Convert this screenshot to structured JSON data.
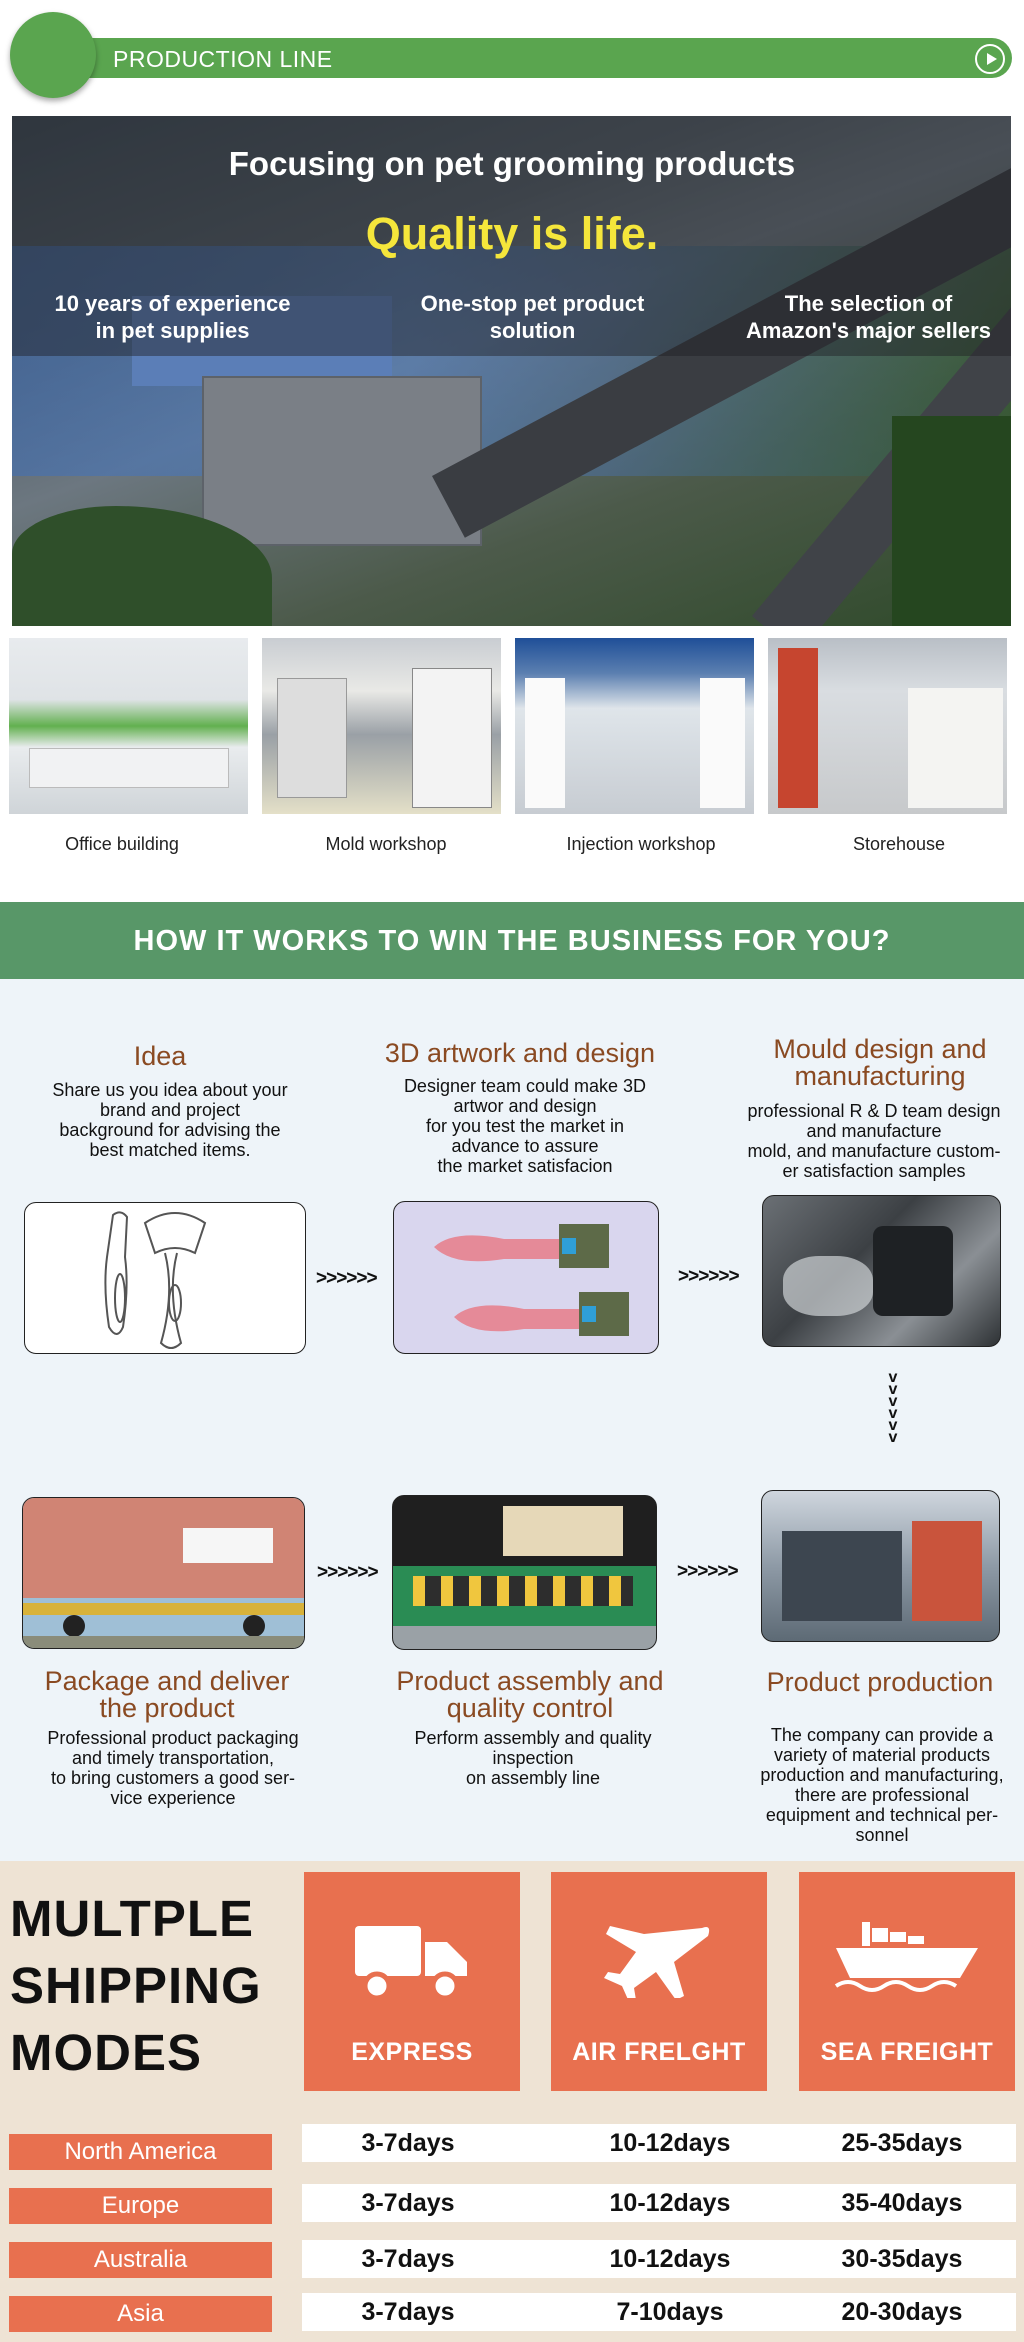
{
  "production_line": {
    "title": "PRODUCTION LINE",
    "headline": "Focusing on pet grooming products",
    "slogan": "Quality is life.",
    "features": [
      {
        "line1": "10 years of experience",
        "line2": "in pet supplies"
      },
      {
        "line1": "One-stop pet product",
        "line2": "solution"
      },
      {
        "line1": "The selection of",
        "line2": "Amazon's major sellers"
      }
    ],
    "photos": [
      {
        "caption": "Office building"
      },
      {
        "caption": "Mold workshop"
      },
      {
        "caption": "Injection workshop"
      },
      {
        "caption": "Storehouse"
      }
    ]
  },
  "how_it_works": {
    "title": "HOW IT WORKS TO WIN THE BUSINESS FOR YOU?",
    "arrow": ">>>>>>",
    "arrow_down": "v",
    "steps": [
      {
        "title": "Idea",
        "lines": [
          "Share us you idea about your",
          "brand and project",
          "background for advising the",
          "best matched items."
        ]
      },
      {
        "title": "3D artwork and design",
        "lines": [
          "Designer team could make 3D",
          "artwor and design",
          "for you test the market in",
          "advance to assure",
          "the market satisfacion"
        ]
      },
      {
        "title_lines": [
          "Mould design and",
          "manufacturing"
        ],
        "lines": [
          "professional R & D team design",
          "and manufacture",
          "mold, and manufacture custom-",
          "er satisfaction samples"
        ]
      },
      {
        "title_lines": [
          "Package and deliver",
          "the product"
        ],
        "lines": [
          "Professional product packaging",
          "and timely transportation,",
          "to bring customers a good ser-",
          "vice experience"
        ]
      },
      {
        "title_lines": [
          "Product assembly and",
          "quality control"
        ],
        "lines": [
          "Perform assembly and quality",
          "inspection",
          "on assembly line"
        ]
      },
      {
        "title": "Product production",
        "lines": [
          "The company can provide a",
          "variety of material products",
          "production and manufacturing,",
          "there are professional",
          "equipment and technical per-",
          "sonnel"
        ]
      }
    ]
  },
  "shipping": {
    "title_lines": [
      "MULTPLE",
      "SHIPPING",
      "MODES"
    ],
    "modes": [
      {
        "label": "EXPRESS",
        "icon": "truck-icon"
      },
      {
        "label": "AIR FRELGHT",
        "icon": "airplane-icon"
      },
      {
        "label": "SEA FREIGHT",
        "icon": "ship-icon"
      }
    ],
    "rows": [
      {
        "region": "North America",
        "express": "3-7days",
        "air": "10-12days",
        "sea": "25-35days"
      },
      {
        "region": "Europe",
        "express": "3-7days",
        "air": "10-12days",
        "sea": "35-40days"
      },
      {
        "region": "Australia",
        "express": "3-7days",
        "air": "10-12days",
        "sea": "30-35days"
      },
      {
        "region": "Asia",
        "express": "3-7days",
        "air": "7-10days",
        "sea": "20-30days"
      }
    ],
    "colors": {
      "accent": "#e8704f",
      "background": "#eee3d4"
    }
  },
  "colors": {
    "green": "#5aa54f",
    "band_green": "#589768",
    "brown_heading": "#8a4a22",
    "slogan_yellow": "#f5e63b"
  }
}
